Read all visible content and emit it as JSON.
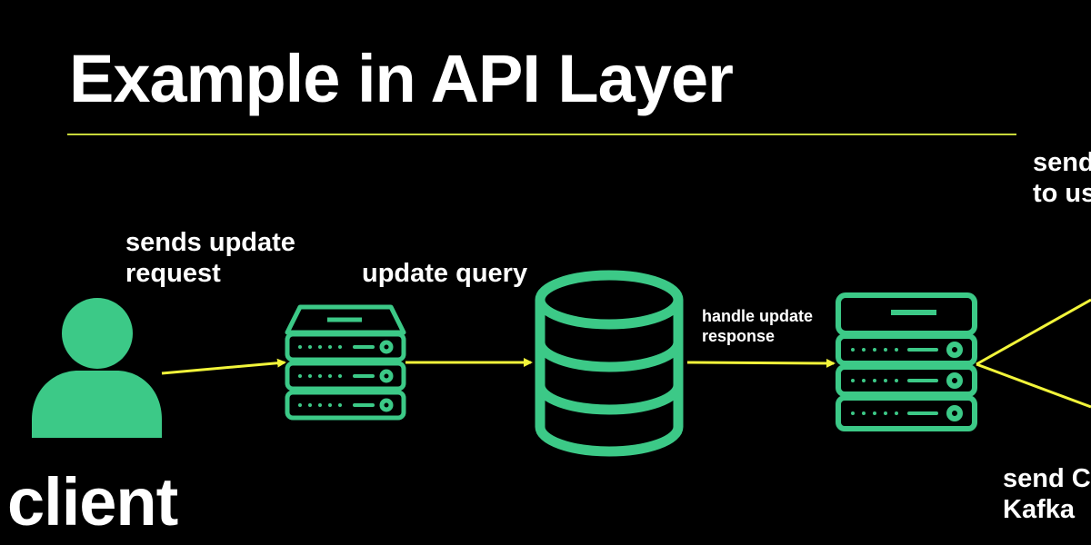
{
  "title": "Example in API Layer",
  "labels": {
    "sends_update_request": [
      "sends update",
      "request"
    ],
    "update_query": "update query",
    "handle_update_response": [
      "handle update",
      "response"
    ],
    "send_to_user_partial": [
      "send",
      "to us"
    ],
    "send_kafka_partial": [
      "send C",
      "Kafka"
    ],
    "client": "client"
  },
  "colors": {
    "background": "#000000",
    "text": "#ffffff",
    "accent_line": "#c8d83a",
    "arrow": "#f2f53a",
    "icon_green": "#3cc987"
  },
  "icons": [
    "user-icon",
    "server-icon",
    "database-icon",
    "server-icon"
  ]
}
